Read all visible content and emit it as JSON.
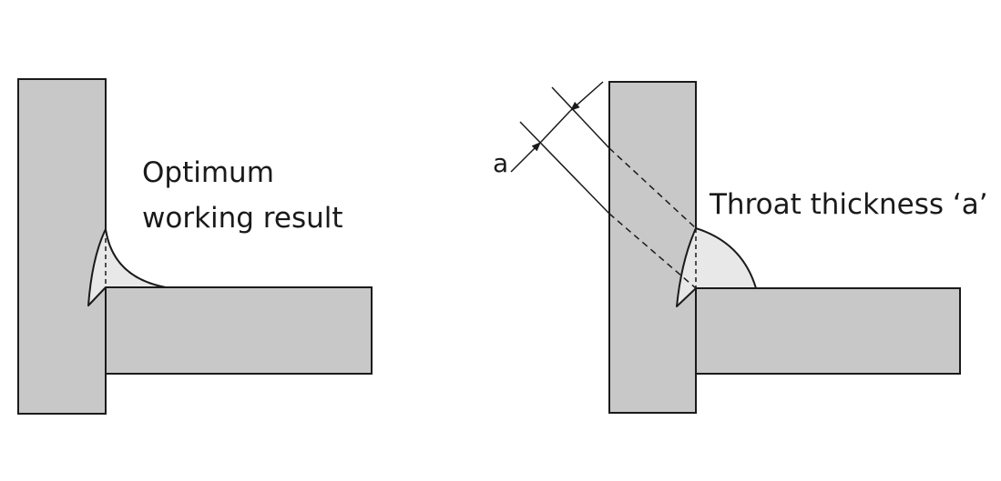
{
  "left_diagram": {
    "caption_line1": "Optimum",
    "caption_line2": "working result"
  },
  "right_diagram": {
    "caption": "Throat thickness ‘a’",
    "dimension_label": "a"
  },
  "colors": {
    "plate_fill": "#c8c8c8",
    "weld_fill": "#e8e8e8",
    "stroke": "#1a1a1a",
    "background": "#ffffff"
  }
}
